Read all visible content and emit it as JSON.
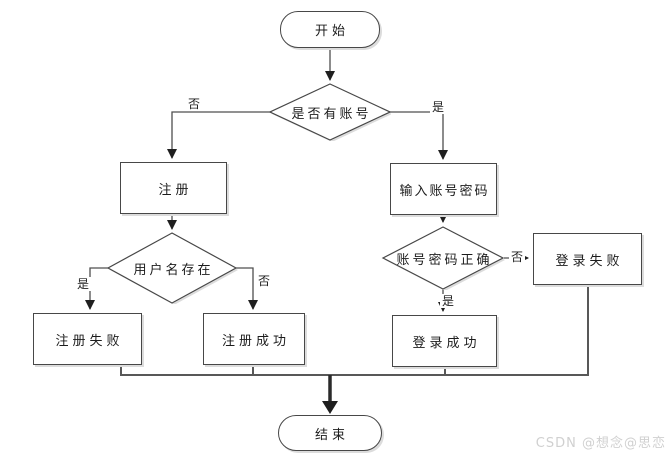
{
  "flowchart": {
    "title": "login-register-flowchart",
    "nodes": {
      "start": {
        "label": "开始",
        "type": "terminator"
      },
      "has_account": {
        "label": "是否有账号",
        "type": "decision"
      },
      "register": {
        "label": "注册",
        "type": "process"
      },
      "input_credentials": {
        "label": "输入账号密码",
        "type": "process"
      },
      "username_exists": {
        "label": "用户名存在",
        "type": "decision"
      },
      "register_fail": {
        "label": "注册失败",
        "type": "process"
      },
      "register_success": {
        "label": "注册成功",
        "type": "process"
      },
      "credentials_correct": {
        "label": "账号密码正确",
        "type": "decision"
      },
      "login_fail": {
        "label": "登录失败",
        "type": "process"
      },
      "login_success": {
        "label": "登录成功",
        "type": "process"
      },
      "end": {
        "label": "结束",
        "type": "terminator"
      }
    },
    "edge_labels": {
      "has_account_no": "否",
      "has_account_yes": "是",
      "username_exists_yes": "是",
      "username_exists_no": "否",
      "credentials_no": "否",
      "credentials_yes": "是"
    },
    "colors": {
      "node_border": "#474747",
      "node_fill": "#ffffff",
      "shadow": "#dcdcdc",
      "line": "#4f4f4f",
      "arrowhead": "#1f1f1f",
      "watermark": "#d0d0d0"
    }
  },
  "watermark": {
    "text": "CSDN @想念@思恋"
  }
}
